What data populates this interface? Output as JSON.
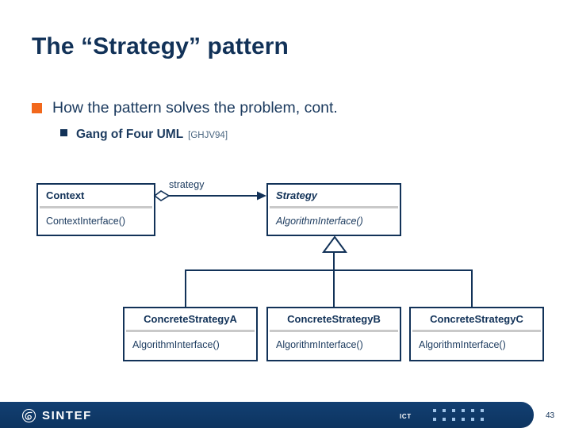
{
  "slide": {
    "title": "The “Strategy” pattern",
    "bullets": [
      {
        "level": 1,
        "text": "How the pattern solves the problem, cont.",
        "marker_color": "#F2681C"
      },
      {
        "level": 2,
        "text": "Gang of Four UML",
        "citation": "[GHJV94]",
        "marker_color": "#123258"
      }
    ]
  },
  "diagram": {
    "type": "uml-class-diagram",
    "association_label": "strategy",
    "classes": [
      {
        "id": "context",
        "name": "Context",
        "abstract": false,
        "operations": [
          "ContextInterface()"
        ]
      },
      {
        "id": "strategy",
        "name": "Strategy",
        "abstract": true,
        "operations": [
          "AlgorithmInterface()"
        ]
      },
      {
        "id": "concreteA",
        "name": "ConcreteStrategyA",
        "abstract": false,
        "operations": [
          "AlgorithmInterface()"
        ]
      },
      {
        "id": "concreteB",
        "name": "ConcreteStrategyB",
        "abstract": false,
        "operations": [
          "AlgorithmInterface()"
        ]
      },
      {
        "id": "concreteC",
        "name": "ConcreteStrategyC",
        "abstract": false,
        "operations": [
          "AlgorithmInterface()"
        ]
      }
    ],
    "relations": [
      {
        "kind": "aggregation",
        "from": "context",
        "to": "strategy",
        "label": "strategy"
      },
      {
        "kind": "inheritance",
        "from": "concreteA",
        "to": "strategy"
      },
      {
        "kind": "inheritance",
        "from": "concreteB",
        "to": "strategy"
      },
      {
        "kind": "inheritance",
        "from": "concreteC",
        "to": "strategy"
      }
    ]
  },
  "footer": {
    "brand": "SINTEF",
    "unit": "ICT",
    "page_number": "43",
    "bar_color": "#0f3a6b",
    "dot_color": "#9fc3e8"
  }
}
